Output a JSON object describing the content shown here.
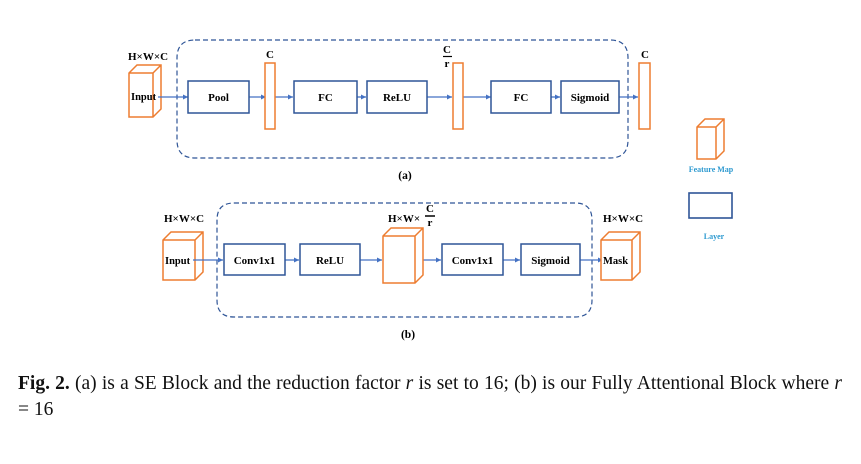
{
  "colors": {
    "layer_stroke": "#2f5597",
    "feature_stroke": "#ed7d31",
    "arrow": "#4472c4",
    "dashed_border": "#2f5597",
    "legend_text": "#2e9ad0"
  },
  "diagram_a": {
    "sub_label": "(a)",
    "input_dims": "H×W×C",
    "input_label": "Input",
    "layers": [
      "Pool",
      "FC",
      "ReLU",
      "FC",
      "Sigmoid"
    ],
    "vec1_dims": "C",
    "vec2_num": "C",
    "vec2_den": "r",
    "vec3_dims": "C"
  },
  "diagram_b": {
    "sub_label": "(b)",
    "input_dims": "H×W×C",
    "input_label": "Input",
    "layers": [
      "Conv1x1",
      "ReLU",
      "Conv1x1",
      "Sigmoid"
    ],
    "mid_dims_prefix": "H×W×",
    "mid_num": "C",
    "mid_den": "r",
    "mask_dims": "H×W×C",
    "mask_label": "Mask"
  },
  "legend": {
    "feature_map": "Feature Map",
    "layer": "Layer"
  },
  "caption": {
    "fig_label": "Fig. 2.",
    "part1": " (a) is a SE Block and the reduction factor ",
    "var1": "r",
    "part2": " is set to 16; (b) is our Fully Attentional Block where ",
    "var2": "r",
    "part3": " = 16"
  }
}
